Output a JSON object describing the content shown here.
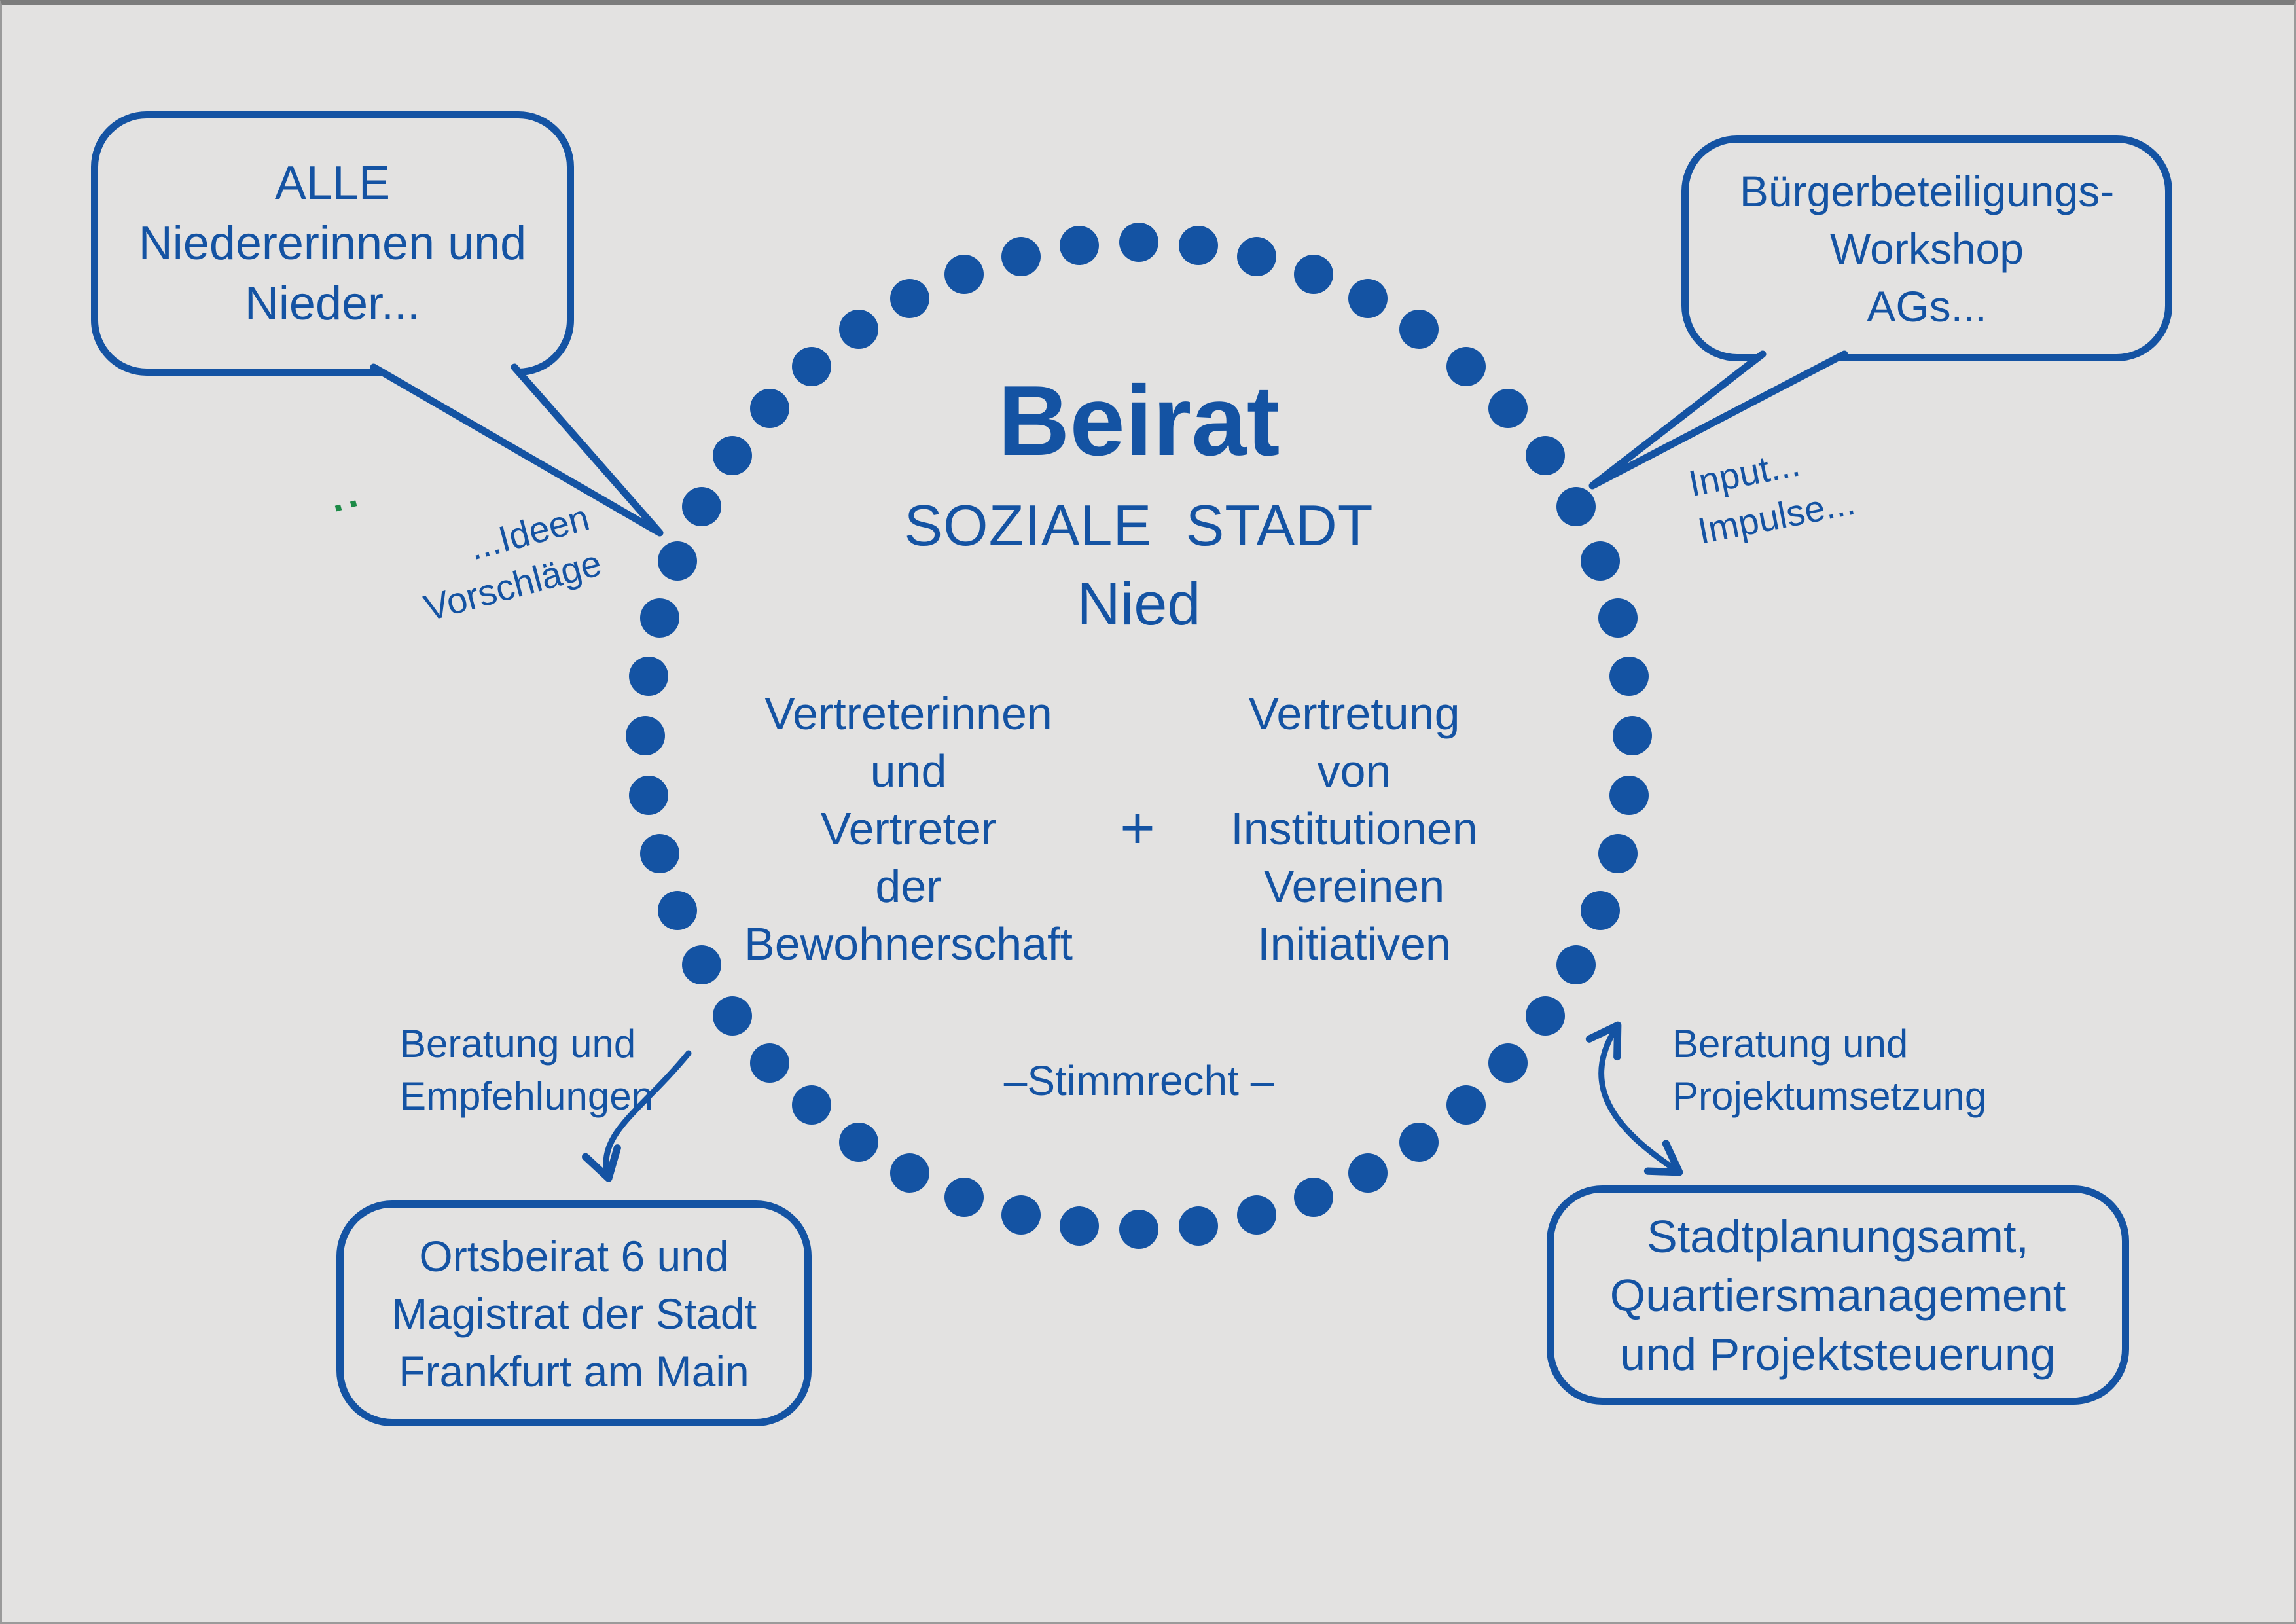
{
  "colors": {
    "accent": "#1453a3",
    "background": "#e3e2e1",
    "tick_green": "#1c8a46"
  },
  "circle": {
    "title": "Beirat",
    "subtitle": "SOZIALE STADT",
    "region": "Nied",
    "left_column": {
      "lines": [
        "Vertreterinnen",
        "und",
        "Vertreter",
        "der",
        "Bewohnerschaft"
      ]
    },
    "plus": "+",
    "right_column": {
      "lines": [
        "Vertretung",
        "von",
        "Institutionen",
        "Vereinen",
        "Initiativen"
      ]
    },
    "voting": "–Stimmrecht –"
  },
  "bubbles": {
    "top_left": {
      "lines": [
        "ALLE",
        "Niedererinnen und",
        "Nieder..."
      ]
    },
    "top_right": {
      "lines": [
        "Bürgerbeteiligungs-",
        "Workshop",
        "AGs..."
      ]
    },
    "bottom_left": {
      "lines": [
        "Ortsbeirat 6 und",
        "Magistrat der Stadt",
        "Frankfurt am Main"
      ]
    },
    "bottom_right": {
      "lines": [
        "Stadtplanungsamt,",
        "Quartiersmanagement",
        "und Projektsteuerung"
      ]
    }
  },
  "annotations": {
    "ideen": {
      "tick": "··",
      "lines": [
        "...Ideen",
        "Vorschläge"
      ]
    },
    "input": {
      "lines": [
        "Input...",
        "Impulse..."
      ]
    },
    "advice_left": {
      "lines": [
        "Beratung und",
        "Empfehlungen"
      ]
    },
    "advice_right": {
      "lines": [
        "Beratung und",
        "Projektumsetzung"
      ]
    }
  }
}
